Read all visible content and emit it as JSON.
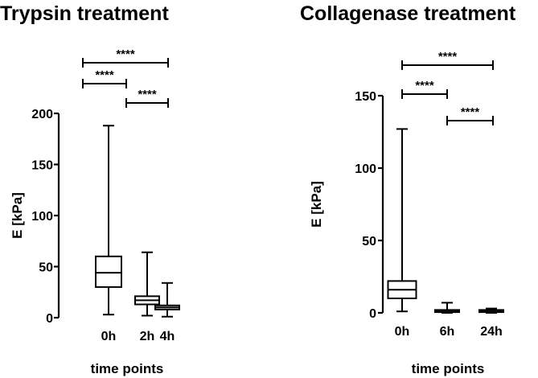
{
  "chart_data": [
    {
      "type": "box",
      "title": "Trypsin treatment",
      "xlabel": "time points",
      "ylabel": "E [kPa]",
      "ylim": [
        0,
        200
      ],
      "yticks": [
        "0",
        "50",
        "100",
        "150",
        "200"
      ],
      "categories": [
        "0h",
        "2h",
        "4h"
      ],
      "boxes": [
        {
          "category": "0h",
          "min": 3,
          "q1": 30,
          "median": 44,
          "q3": 60,
          "max": 188
        },
        {
          "category": "2h",
          "min": 2,
          "q1": 13,
          "median": 17,
          "q3": 21,
          "max": 64
        },
        {
          "category": "4h",
          "min": 1,
          "q1": 8,
          "median": 10,
          "q3": 12,
          "max": 34
        }
      ],
      "significance": [
        {
          "from": "0h",
          "to": "2h",
          "label": "****"
        },
        {
          "from": "2h",
          "to": "4h",
          "label": "****"
        },
        {
          "from": "0h",
          "to": "4h",
          "label": "****"
        }
      ],
      "grid": false
    },
    {
      "type": "box",
      "title": "Collagenase treatment",
      "xlabel": "time points",
      "ylabel": "E [kPa]",
      "ylim": [
        0,
        150
      ],
      "yticks": [
        "0",
        "50",
        "100",
        "150"
      ],
      "categories": [
        "0h",
        "6h",
        "24h"
      ],
      "boxes": [
        {
          "category": "0h",
          "min": 1,
          "q1": 10,
          "median": 16,
          "q3": 22,
          "max": 127
        },
        {
          "category": "6h",
          "min": 0,
          "q1": 0.5,
          "median": 1,
          "q3": 2,
          "max": 7
        },
        {
          "category": "24h",
          "min": 0,
          "q1": 0.5,
          "median": 1,
          "q3": 2,
          "max": 3
        }
      ],
      "significance": [
        {
          "from": "0h",
          "to": "6h",
          "label": "****"
        },
        {
          "from": "6h",
          "to": "24h",
          "label": "****"
        },
        {
          "from": "0h",
          "to": "24h",
          "label": "****"
        }
      ],
      "grid": false
    }
  ]
}
